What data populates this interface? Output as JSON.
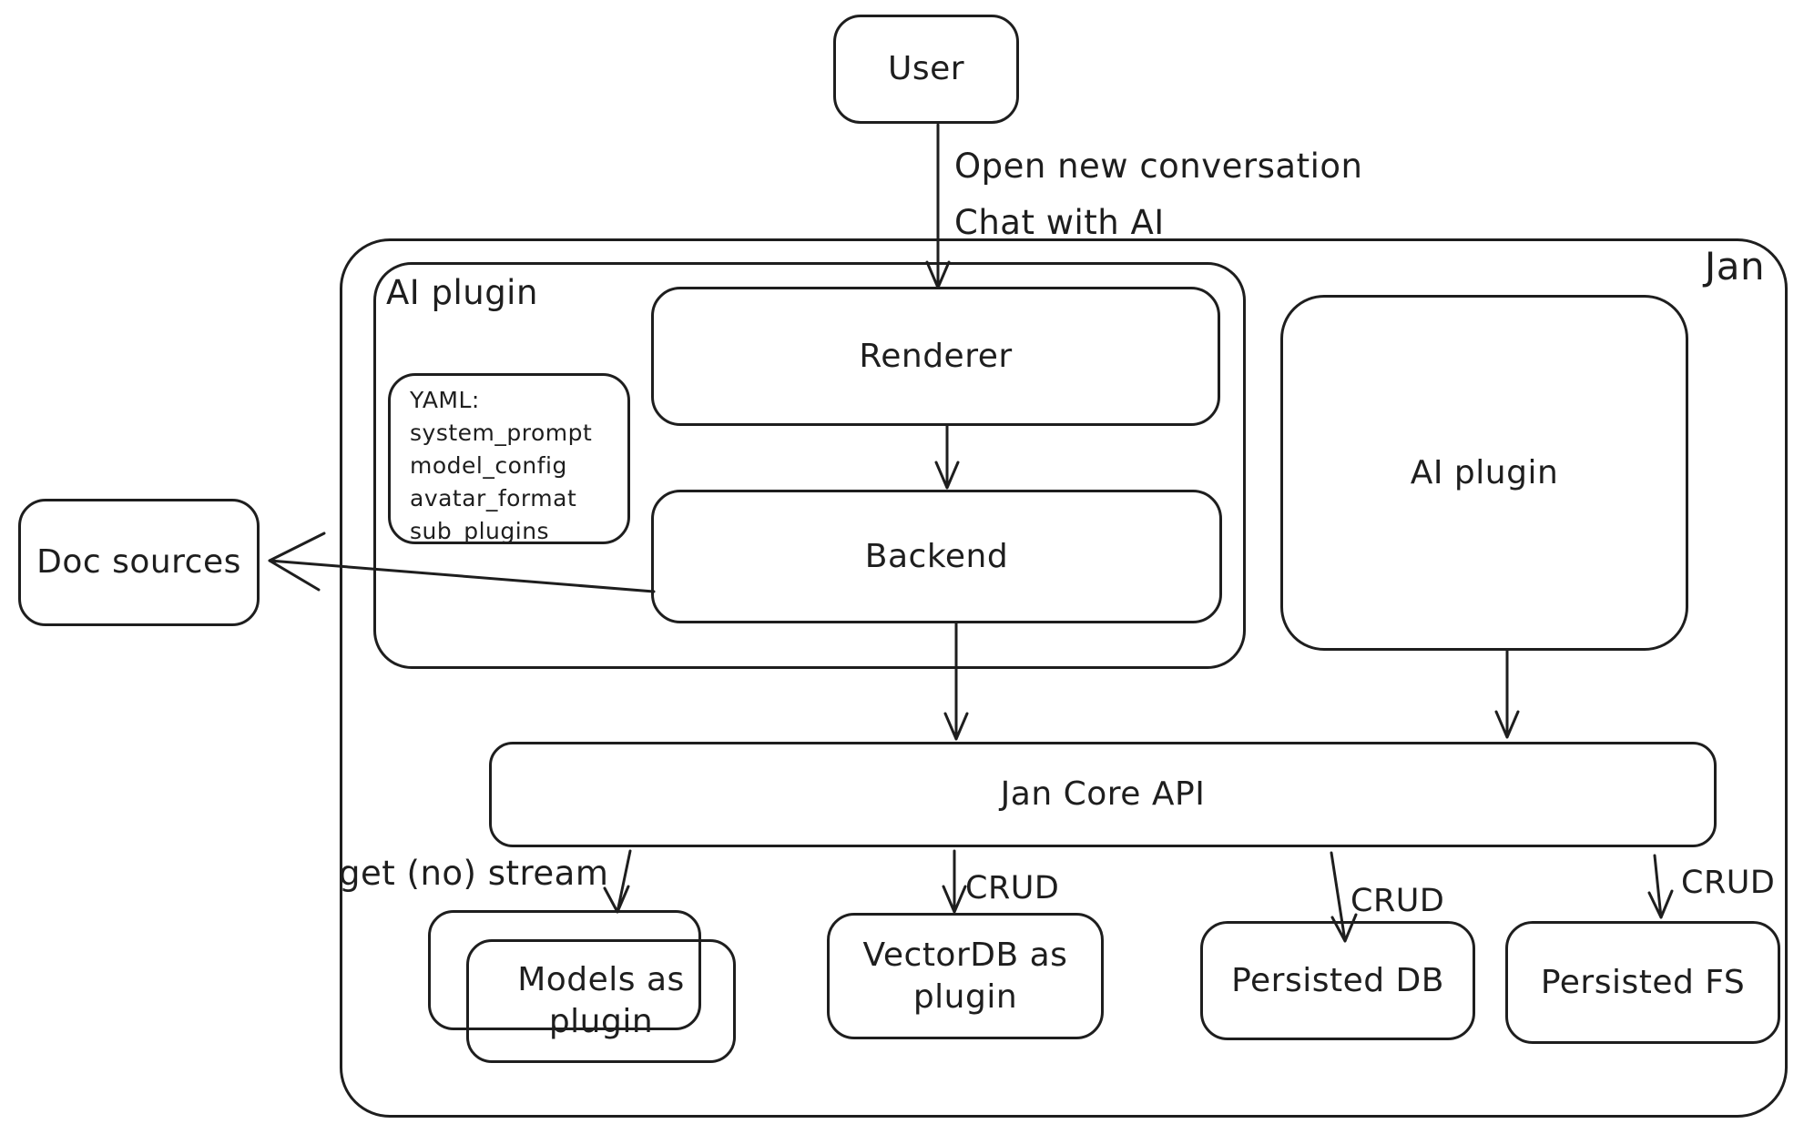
{
  "diagram": {
    "container_label": "Jan",
    "nodes": {
      "user": "User",
      "ai_plugin_container": "AI plugin",
      "renderer": "Renderer",
      "backend": "Backend",
      "yaml_note": "YAML:\nsystem_prompt\nmodel_config\navatar_format\nsub_plugins",
      "doc_sources": "Doc sources",
      "ai_plugin_box": "AI plugin",
      "core_api": "Jan Core API",
      "models": "Models as\nplugin",
      "vectordb": "VectorDB as\nplugin",
      "persisted_db": "Persisted DB",
      "persisted_fs": "Persisted FS"
    },
    "edge_labels": {
      "user_flow": "Open new conversation\nChat with AI",
      "get_stream": "get (no) stream",
      "crud": "CRUD"
    },
    "colors": {
      "stroke": "#1e1e1e",
      "background": "#ffffff"
    }
  }
}
